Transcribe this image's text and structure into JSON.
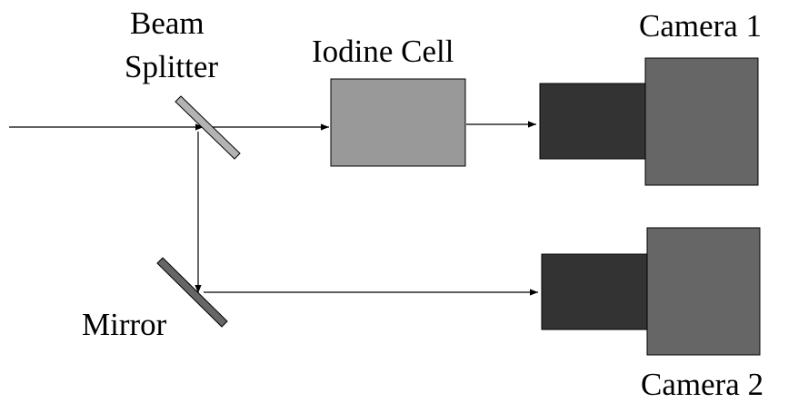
{
  "labels": {
    "beam_line1": "Beam",
    "beam_line2": "Splitter",
    "iodine_cell": "Iodine Cell",
    "camera1": "Camera 1",
    "mirror": "Mirror",
    "camera2": "Camera 2"
  },
  "colors": {
    "background": "#ffffff",
    "stroke": "#000000",
    "beam_splitter_fill": "#b3b3b3",
    "mirror_fill": "#666666",
    "iodine_cell_fill": "#999999",
    "camera_lens_fill": "#333333",
    "camera_body_fill": "#666666"
  }
}
